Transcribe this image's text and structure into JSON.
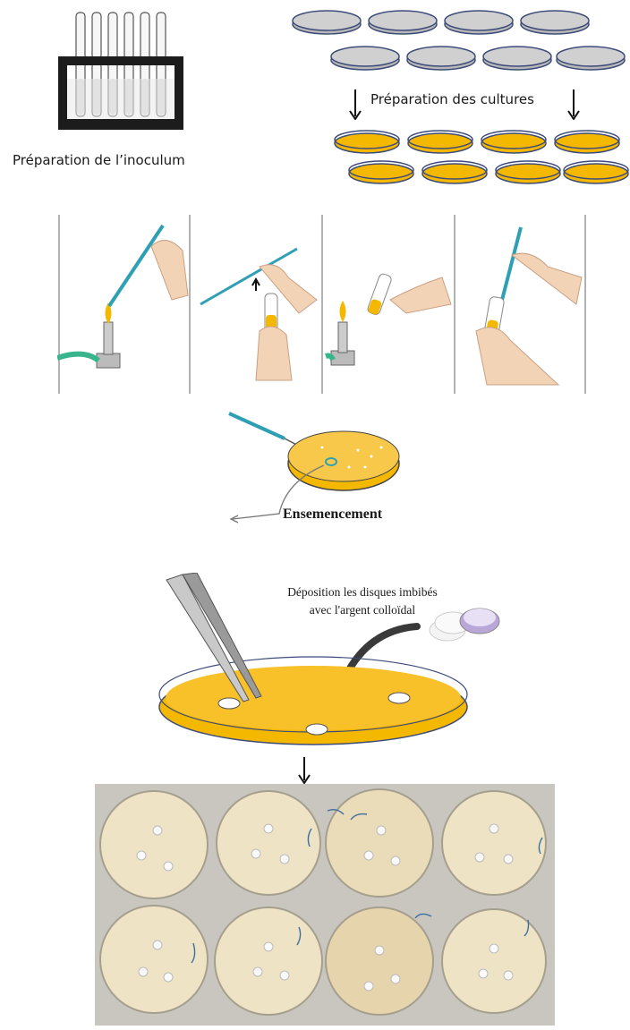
{
  "labels": {
    "inoculum": "Préparation de l’inoculum",
    "cultures": "Préparation des cultures",
    "ensemencement": "Ensemencement",
    "deposition_line1": "Déposition les disques imbibés",
    "deposition_line2": "avec l'argent colloïdal"
  },
  "colors": {
    "agar_yellow": "#f5b800",
    "empty_dish": "#b8b8b8",
    "dish_outline": "#3d4b7a",
    "loop_blue": "#2e9fb5",
    "result_agar": "#efe3c6"
  },
  "icons": [
    "test-tube-rack-icon",
    "petri-dish-icon",
    "bunsen-burner-icon",
    "inoculation-loop-icon",
    "forceps-icon",
    "paper-discs-icon",
    "arrow-down-icon"
  ]
}
